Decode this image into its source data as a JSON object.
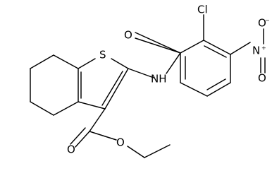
{
  "molecule": {
    "atom_labels": {
      "sulfur": "S",
      "amide_nitrogen": "NH",
      "amide_oxygen": "O",
      "chlorine": "Cl",
      "nitro_nitrogen": "N",
      "nitro_nitrogen_charge": "+",
      "nitro_oxygen_top": "O",
      "nitro_oxygen_top_charge": "−",
      "nitro_oxygen_bottom": "O",
      "ester_carbonyl_oxygen": "O",
      "ester_oxygen": "O"
    }
  }
}
